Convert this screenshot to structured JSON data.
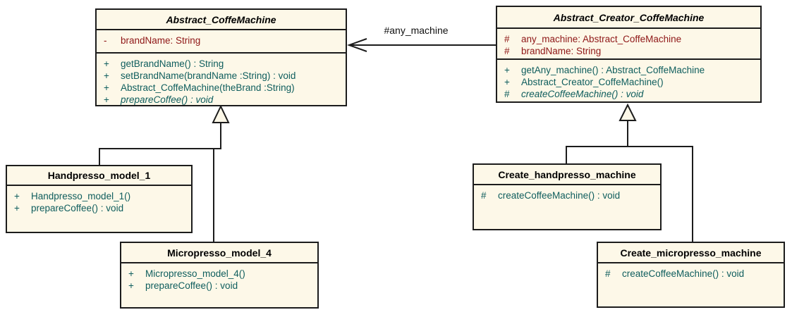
{
  "diagram": {
    "kind": "uml-class-diagram",
    "colors": {
      "class_fill": "#FDF8E8",
      "border": "#1C1C1C",
      "attribute_text": "#8E1616",
      "method_text": "#0E5D5D",
      "title_text": "#000000"
    },
    "classes": [
      {
        "name": "Abstract_CoffeMachine",
        "abstract": true,
        "attributes": [
          {
            "vis": "-",
            "text": "brandName: String"
          }
        ],
        "methods": [
          {
            "vis": "+",
            "text": "getBrandName() : String"
          },
          {
            "vis": "+",
            "text": "setBrandName(brandName :String) : void"
          },
          {
            "vis": "+",
            "text": "Abstract_CoffeMachine(theBrand :String)"
          },
          {
            "vis": "+",
            "text": "prepareCoffee() : void",
            "italic": true
          }
        ]
      },
      {
        "name": "Abstract_Creator_CoffeMachine",
        "abstract": true,
        "attributes": [
          {
            "vis": "#",
            "text": "any_machine: Abstract_CoffeMachine"
          },
          {
            "vis": "#",
            "text": "brandName: String"
          }
        ],
        "methods": [
          {
            "vis": "+",
            "text": "getAny_machine() : Abstract_CoffeMachine"
          },
          {
            "vis": "+",
            "text": "Abstract_Creator_CoffeMachine()"
          },
          {
            "vis": "#",
            "text": "createCoffeeMachine() : void",
            "italic": true
          }
        ]
      },
      {
        "name": "Handpresso_model_1",
        "abstract": false,
        "attributes": [],
        "methods": [
          {
            "vis": "+",
            "text": "Handpresso_model_1()"
          },
          {
            "vis": "+",
            "text": "prepareCoffee() : void"
          }
        ]
      },
      {
        "name": "Micropresso_model_4",
        "abstract": false,
        "attributes": [],
        "methods": [
          {
            "vis": "+",
            "text": "Micropresso_model_4()"
          },
          {
            "vis": "+",
            "text": "prepareCoffee() : void"
          }
        ]
      },
      {
        "name": "Create_handpresso_machine",
        "abstract": false,
        "attributes": [],
        "methods": [
          {
            "vis": "#",
            "text": "createCoffeeMachine() : void"
          }
        ]
      },
      {
        "name": "Create_micropresso_machine",
        "abstract": false,
        "attributes": [],
        "methods": [
          {
            "vis": "#",
            "text": "createCoffeeMachine() : void"
          }
        ]
      }
    ],
    "edges": {
      "association": {
        "label": "#any_machine",
        "from": "Abstract_Creator_CoffeMachine",
        "to": "Abstract_CoffeMachine",
        "arrow": "open"
      },
      "generalizations": [
        {
          "from": "Handpresso_model_1",
          "to": "Abstract_CoffeMachine"
        },
        {
          "from": "Micropresso_model_4",
          "to": "Abstract_CoffeMachine"
        },
        {
          "from": "Create_handpresso_machine",
          "to": "Abstract_Creator_CoffeMachine"
        },
        {
          "from": "Create_micropresso_machine",
          "to": "Abstract_Creator_CoffeMachine"
        }
      ]
    }
  }
}
